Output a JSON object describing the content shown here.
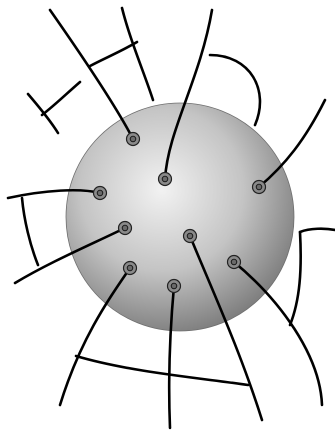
{
  "colors": {
    "background": "#ffffff",
    "sphere_light": "#f0f0f0",
    "sphere_mid": "#bdbdbd",
    "sphere_dark": "#7a7a7a",
    "strand": "#000000",
    "anchor_fill": "#8a8a8a",
    "anchor_ring": "#222222"
  },
  "figure": {
    "anchors": [
      {
        "name": "anchor-1"
      },
      {
        "name": "anchor-2"
      },
      {
        "name": "anchor-3"
      },
      {
        "name": "anchor-4"
      },
      {
        "name": "anchor-5"
      },
      {
        "name": "anchor-6"
      },
      {
        "name": "anchor-7"
      },
      {
        "name": "anchor-8"
      },
      {
        "name": "anchor-9"
      }
    ],
    "strand_count": 9,
    "bridge_count": 6
  }
}
